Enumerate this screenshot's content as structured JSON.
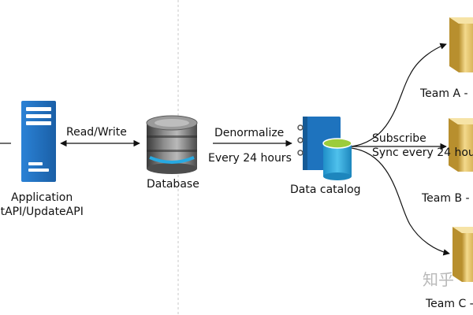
{
  "diagram": {
    "nodes": {
      "application": {
        "label": "Application",
        "sublabel": "etAPI/UpdateAPI",
        "icon": "server-icon"
      },
      "database": {
        "label": "Database",
        "icon": "database-icon"
      },
      "catalog": {
        "label": "Data catalog",
        "icon": "data-catalog-icon"
      },
      "team_a": {
        "label": "Team A -",
        "icon": "storage-stack-icon"
      },
      "team_b": {
        "label": "Team B -",
        "icon": "storage-stack-icon"
      },
      "team_c": {
        "label": "Team C -",
        "icon": "storage-stack-icon"
      }
    },
    "edges": {
      "app_db": {
        "label": "Read/Write"
      },
      "db_catalog": {
        "label": "Denormalize",
        "sublabel": "Every 24 hours"
      },
      "catalog_teams": {
        "label": "Subscribe",
        "sublabel": "Sync every 24 hou"
      }
    },
    "watermark": "知乎"
  },
  "colors": {
    "server_blue": "#1f6fbf",
    "db_gray": "#6f6f6f",
    "db_accent": "#27a9e1",
    "catalog_blue": "#1e73be",
    "cylinder_cyan": "#3fb3e0",
    "cylinder_top": "#9ccc3c",
    "team_yellow": "#f1d27a",
    "team_gold": "#c9a84a",
    "divider": "#c8c8c8",
    "line": "#111111"
  }
}
